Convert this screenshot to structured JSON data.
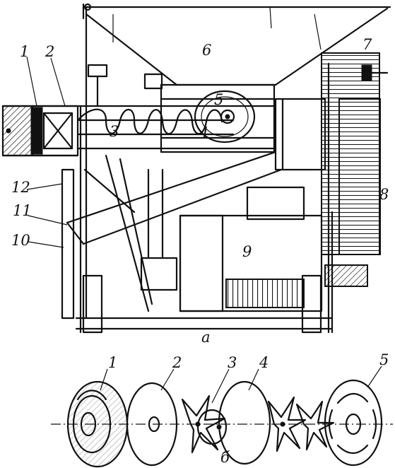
{
  "figure_a": {
    "caption": "а",
    "labels": {
      "l1": "1",
      "l2": "2",
      "l3": "3",
      "l4": "4",
      "l5": "5",
      "l6": "6",
      "l7": "7",
      "l8": "8",
      "l9": "9",
      "l10": "10",
      "l11": "11",
      "l12": "12"
    }
  },
  "figure_b": {
    "caption": "б",
    "labels": {
      "l1": "1",
      "l2": "2",
      "l3": "3",
      "l4": "4",
      "l5": "5"
    }
  }
}
